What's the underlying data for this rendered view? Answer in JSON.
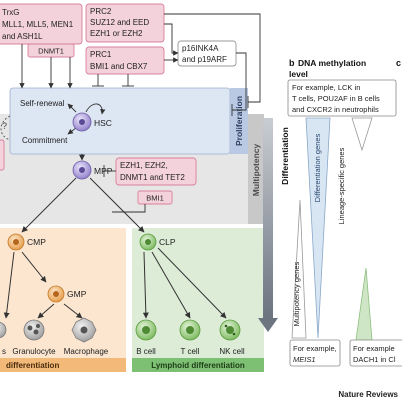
{
  "boxes": {
    "trxg": {
      "title": "TrxG",
      "line1": "MLL1, MLL5, MEN1",
      "line2": "and ASH1L"
    },
    "prc2": {
      "title": "PRC2",
      "line1": "SUZ12 and EED",
      "line2": "EZH1 or EZH2"
    },
    "prc1": {
      "title": "PRC1",
      "line1": "BMI1 and CBX7"
    },
    "dnmt1": "DNMT1",
    "p16": {
      "line1": "p16INK4A",
      "line2": "and p19ARF"
    },
    "ezh_group": {
      "line1": "EZH1, EZH2,",
      "line2": "DNMT1 and TET2"
    },
    "bmi1": "BMI1"
  },
  "hsc_panel": {
    "self_renewal": "Self-renewal",
    "commitment": "Commitment",
    "hsc": "HSC",
    "proliferation": "Proliferation",
    "question": "?"
  },
  "multipotency": "Multipotency",
  "cells": {
    "mpp": "MPP",
    "cmp": "CMP",
    "clp": "CLP",
    "gmp": "GMP",
    "granulocyte": "Granulocyte",
    "macrophage": "Macrophage",
    "b_cell": "B cell",
    "t_cell": "T cell",
    "nk_cell": "NK cell",
    "partial_left": "s"
  },
  "bottom_bars": {
    "myeloid": "differentiation",
    "lymphoid": "Lymphoid differentiation"
  },
  "panel_b": {
    "letter": "b",
    "title_line1": "DNA methylation",
    "title_line2": "level",
    "side_label": "Differentiation",
    "example_top": [
      "For example, LCK in",
      "T cells, POU2AF in B cells",
      "and CXCR2 in neutrophils"
    ],
    "differentiation_genes": "Differentiation genes",
    "lineage_specific_genes": "Lineage-specific genes",
    "multipotency_genes": "Multipotency genes",
    "example_bottom_left": [
      "For example,",
      "MEIS1"
    ],
    "example_bottom_right": [
      "For example",
      "DACH1 in Cl"
    ]
  },
  "panel_c_letter": "c",
  "footer": "Nature Reviews",
  "colors": {
    "pink_fill": "#f3d2dc",
    "pink_border": "#d9809c",
    "blue_panel": "#dbe5f3",
    "gray_panel": "#e5e5e5",
    "myeloid_fill": "#fbe5cf",
    "lymphoid_fill": "#d9ead4",
    "lymphoid_bar": "#7dbf73",
    "purple_cell": "#b6a8df",
    "orange_cell": "#f3b46e",
    "green_cell": "#a5d18a"
  }
}
